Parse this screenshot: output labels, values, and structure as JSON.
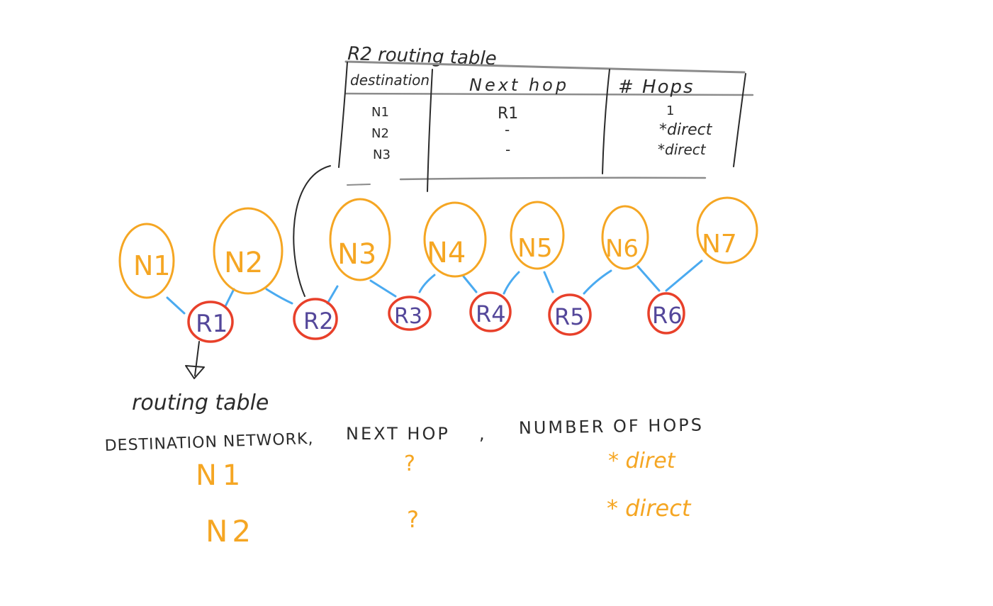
{
  "top_table": {
    "title": "R2 routing table",
    "headers": [
      "destination",
      "Next hop",
      "# Hops"
    ],
    "rows": [
      {
        "destination": "N1",
        "next_hop": "R1",
        "hops": "1"
      },
      {
        "destination": "N2",
        "next_hop": "-",
        "hops": "*direct"
      },
      {
        "destination": "N3",
        "next_hop": "-",
        "hops": "*direct"
      }
    ]
  },
  "networks": [
    "N1",
    "N2",
    "N3",
    "N4",
    "N5",
    "N6",
    "N7"
  ],
  "routers": [
    "R1",
    "R2",
    "R3",
    "R4",
    "R5",
    "R6"
  ],
  "bottom_table": {
    "caption": "routing table",
    "headers": [
      "DESTINATION NETWORK,",
      "NEXT HOP",
      ",",
      "NUMBER OF HOPS"
    ],
    "rows": [
      {
        "destination": "N1",
        "next_hop": "?",
        "hops": "* diret"
      },
      {
        "destination": "N2",
        "next_hop": "?",
        "hops": "* direct"
      }
    ]
  },
  "colors": {
    "network": "#f5a623",
    "router_outline": "#e8402a",
    "router_label": "#54479a",
    "link": "#4aaaf0",
    "ink": "#2a2a2a"
  }
}
